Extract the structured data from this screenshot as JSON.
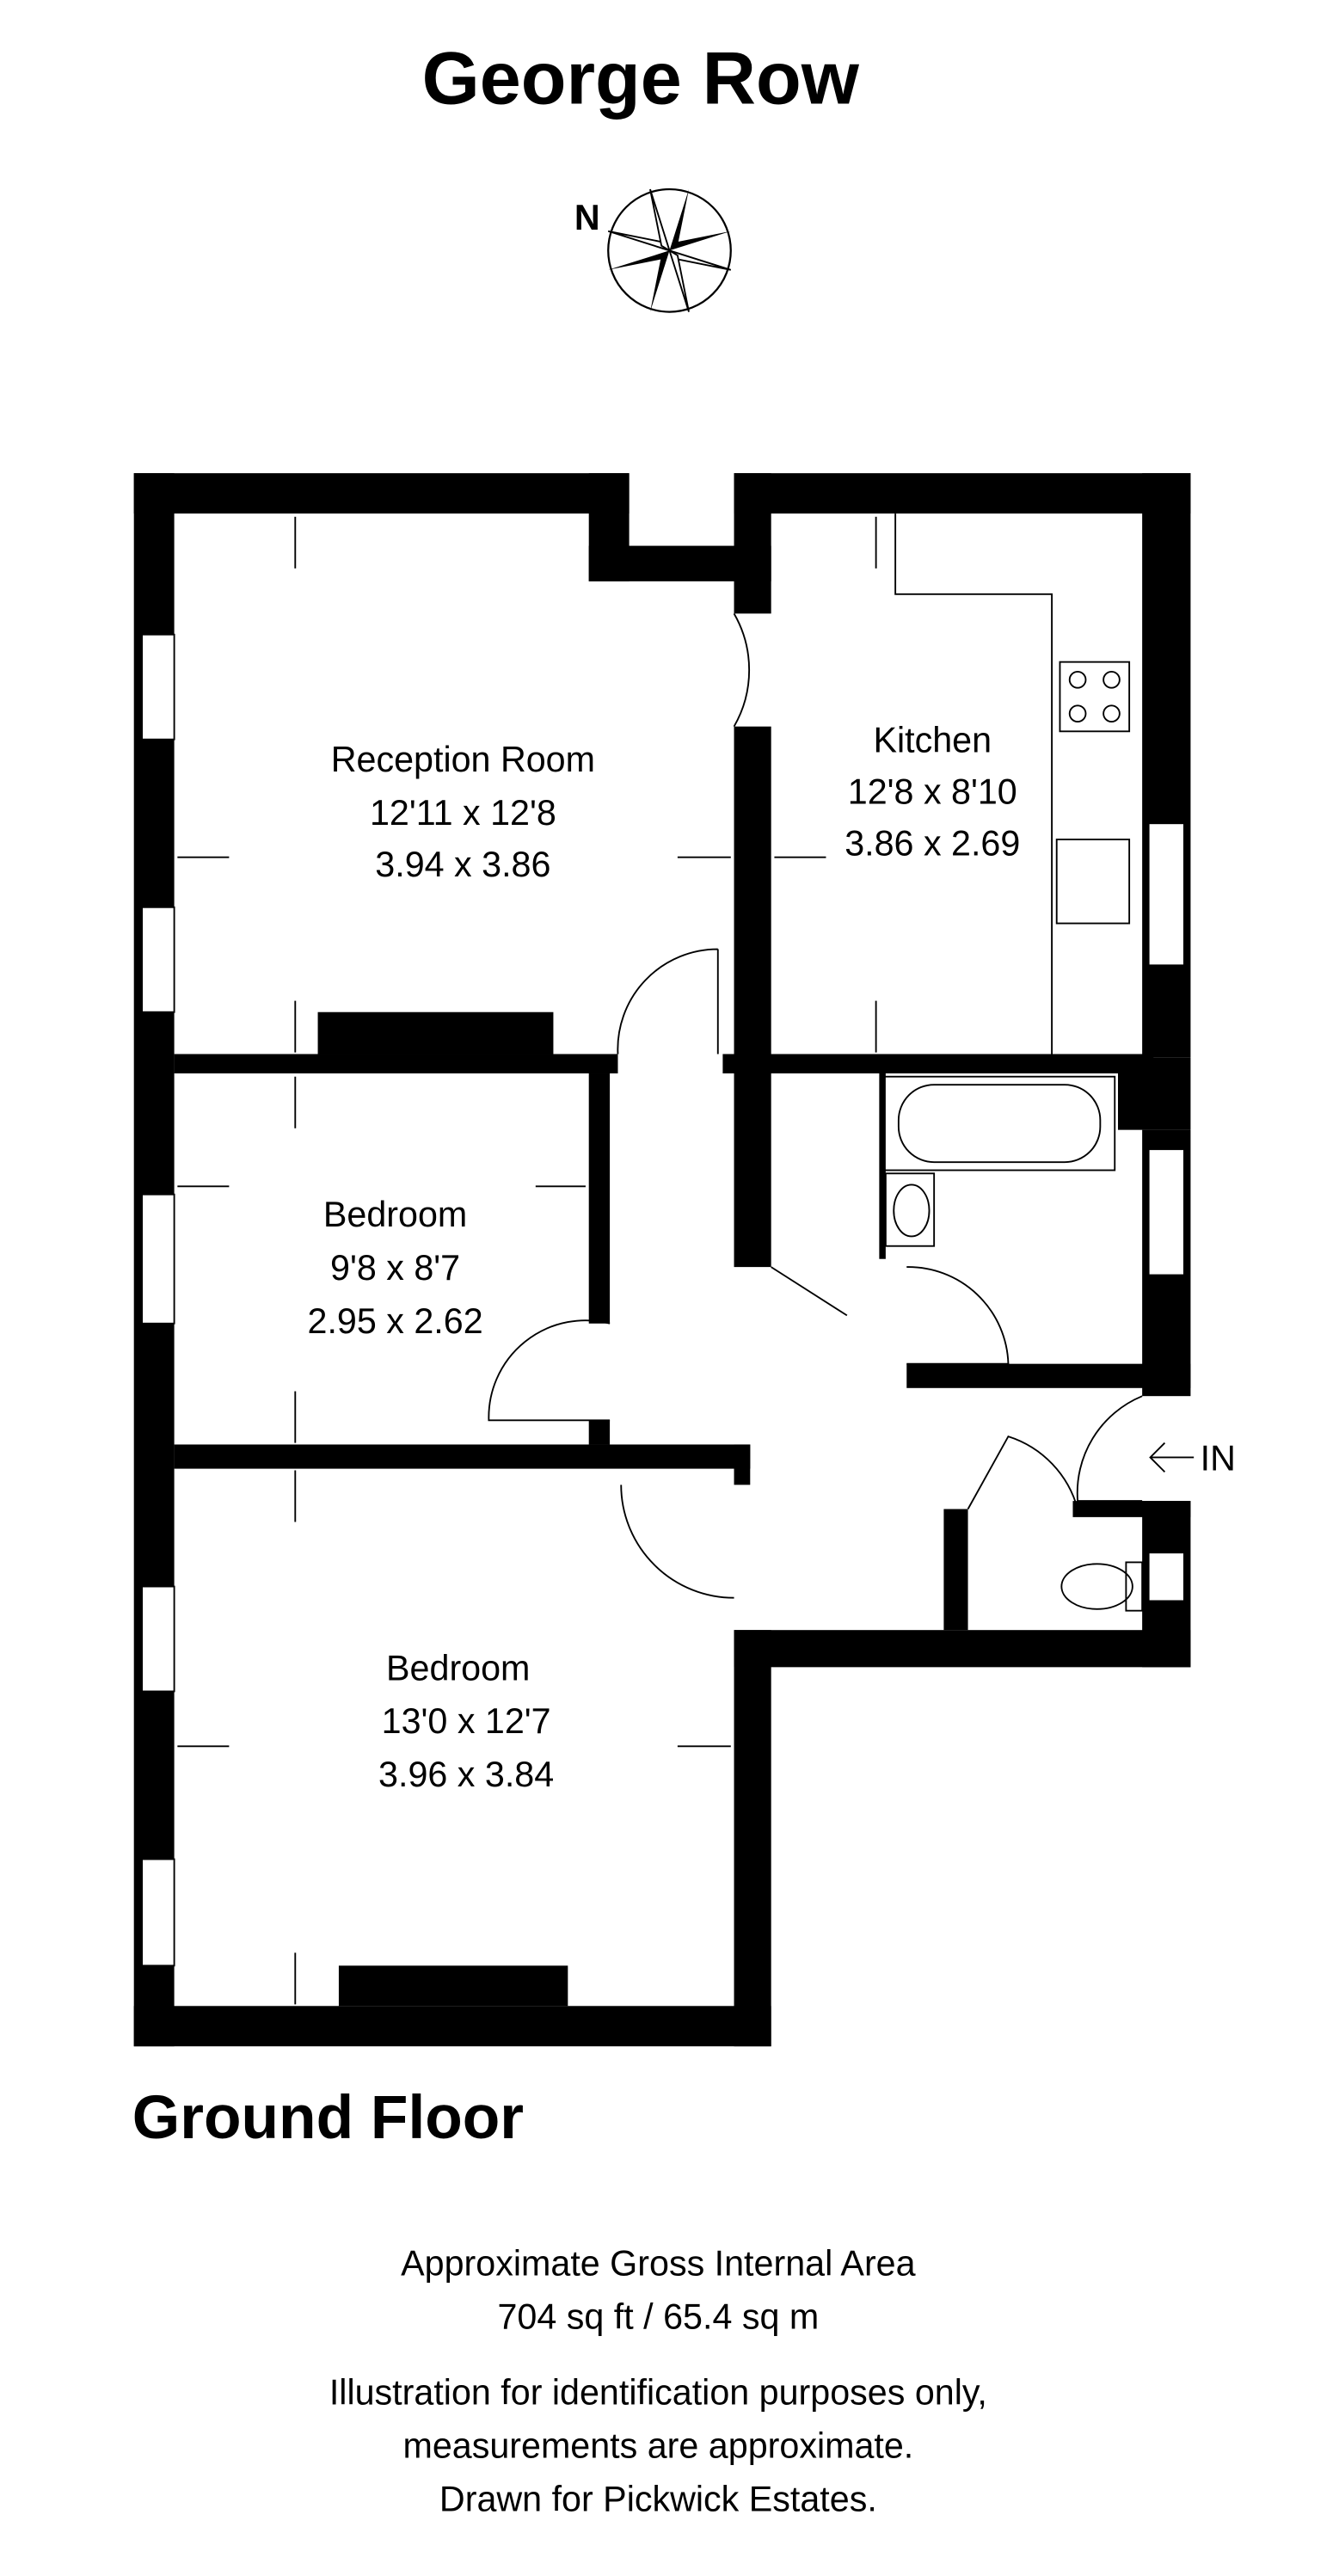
{
  "title": "George Row",
  "compass": {
    "label": "N"
  },
  "rooms": [
    {
      "name": "Reception Room",
      "imperial": "12'11 x 12'8",
      "metric": "3.94 x 3.86"
    },
    {
      "name": "Kitchen",
      "imperial": "12'8 x 8'10",
      "metric": "3.86 x 2.69"
    },
    {
      "name": "Bedroom",
      "imperial": "9'8 x 8'7",
      "metric": "2.95 x 2.62"
    },
    {
      "name": "Bedroom",
      "imperial": "13'0 x 12'7",
      "metric": "3.96 x 3.84"
    }
  ],
  "entrance_label": "IN",
  "floor_label": "Ground Floor",
  "area": {
    "heading": "Approximate Gross Internal Area",
    "value": "704 sq ft / 65.4 sq m"
  },
  "disclaimer": [
    "Illustration for identification purposes only,",
    "measurements are approximate.",
    "Drawn for Pickwick Estates."
  ]
}
